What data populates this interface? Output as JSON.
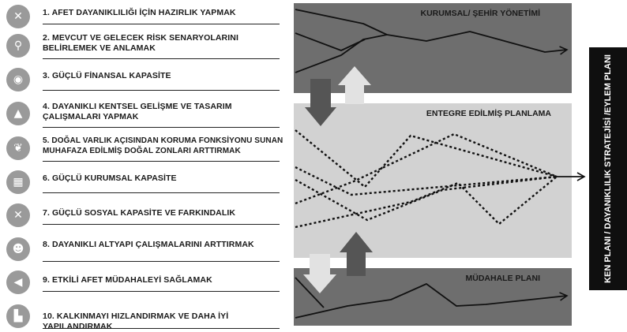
{
  "items": [
    {
      "label": "1. AFET DAYANIKLILIĞI İÇİN HAZIRLIK YAPMAK",
      "icon": "wrench-cross-icon",
      "glyph": "✕"
    },
    {
      "label": "2. MEVCUT VE GELECEK RİSK SENARYOLARINI BELİRLEMEK VE ANLAMAK",
      "icon": "magnifier-icon",
      "glyph": "⚲"
    },
    {
      "label": "3. GÜÇLÜ FİNANSAL KAPASİTE",
      "icon": "money-icon",
      "glyph": "◉"
    },
    {
      "label": "4. DAYANIKLI KENTSEL GELİŞME VE TASARIM ÇALIŞMALARI YAPMAK",
      "icon": "landscape-icon",
      "glyph": "▲"
    },
    {
      "label": "5. DOĞAL VARLIK AÇISINDAN KORUMA FONKSİYONU SUNAN MUHAFAZA EDİLMİŞ DOĞAL ZONLARI ARTTIRMAK",
      "icon": "hand-leaf-icon",
      "glyph": "❦"
    },
    {
      "label": "6. GÜÇLÜ KURUMSAL KAPASİTE",
      "icon": "building-icon",
      "glyph": "▦"
    },
    {
      "label": "7. GÜÇLÜ SOSYAL KAPASİTE VE FARKINDALIK",
      "icon": "tools-icon",
      "glyph": "✕"
    },
    {
      "label": "8. DAYANIKLI  ALTYAPI ÇALIŞMALARINI ARTTIRMAK",
      "icon": "people-icon",
      "glyph": "☻"
    },
    {
      "label": "9. ETKİLİ AFET MÜDAHALEYİ SAĞLAMAK",
      "icon": "megaphone-icon",
      "glyph": "◀"
    },
    {
      "label": "10. KALKINMAYI HIZLANDIRMAK VE DAHA İYİ YAPILANDIRMAK",
      "icon": "city-icon",
      "glyph": "▙"
    }
  ],
  "bands": {
    "top": "KURUMSAL/ ŞEHİR YÖNETİMİ",
    "middle": "ENTEGRE EDİLMİŞ PLANLAMA",
    "bottom": "MÜDAHALE PLANI"
  },
  "side_label": "KEN PLANI / DAYANIKLILIK  STRATEJİSİ /EYLEM PLANI",
  "colors": {
    "band_dark": "#6e6e6e",
    "band_light": "#d2d2d2",
    "arrow_dark": "#555555",
    "arrow_light": "#e2e2e2",
    "side_box": "#0f0f0f"
  }
}
